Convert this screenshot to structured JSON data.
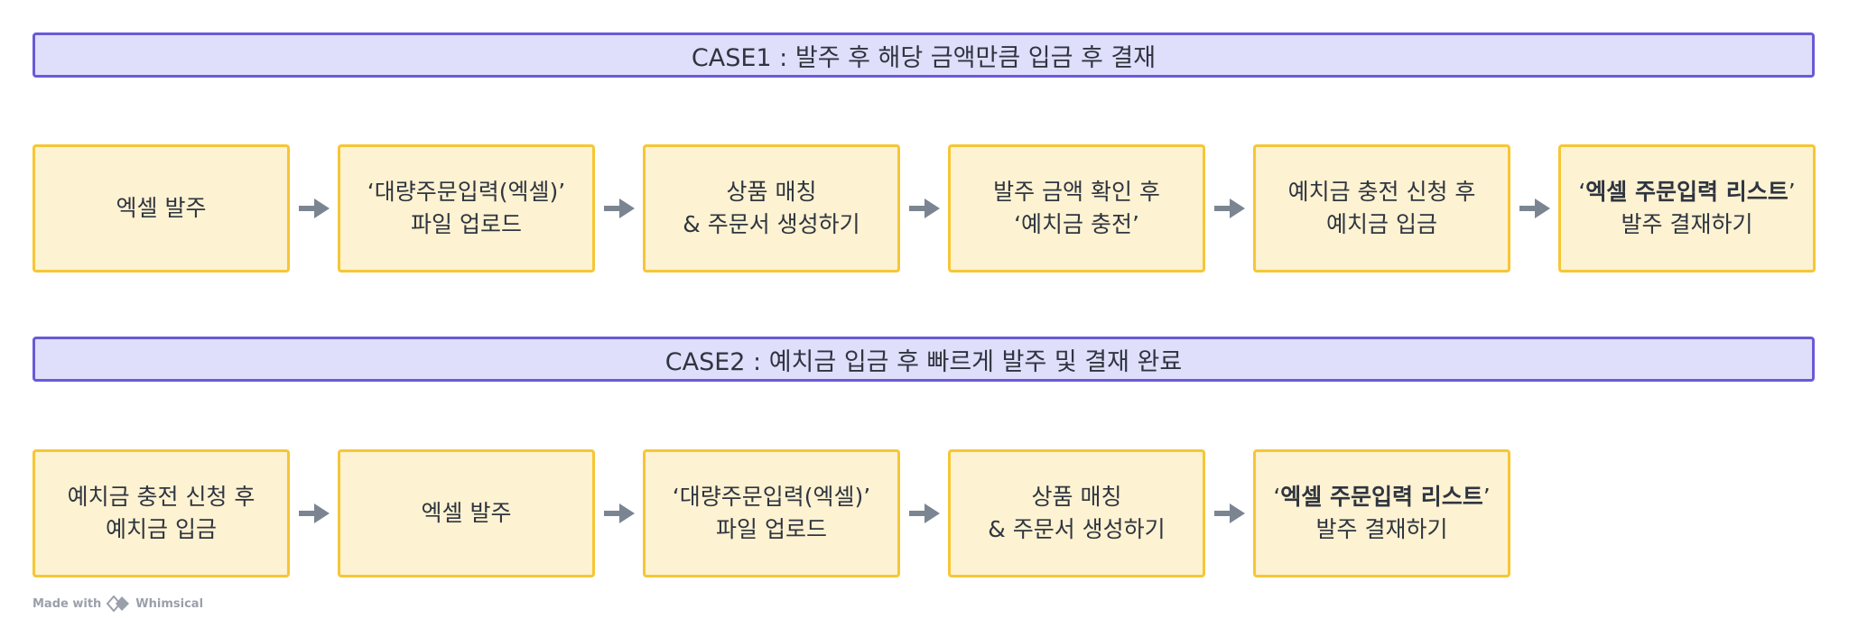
{
  "case1": {
    "header": "CASE1 : 발주 후 해당 금액만큼 입금 후 결재",
    "steps": [
      {
        "line1": "엑셀 발주"
      },
      {
        "line1": "‘대량주문입력(엑셀)’",
        "line2": "파일 업로드"
      },
      {
        "line1": "상품 매칭",
        "line2": "& 주문서 생성하기"
      },
      {
        "line1": "발주 금액 확인 후",
        "line2": "‘예치금 충전’"
      },
      {
        "line1": "예치금 충전 신청 후",
        "line2": "예치금 입금"
      },
      {
        "line1_open": "‘",
        "line1_bold": "엑셀 주문입력 리스트",
        "line1_close": "’",
        "line2": "발주 결재하기"
      }
    ]
  },
  "case2": {
    "header": "CASE2 : 예치금 입금 후 빠르게 발주 및 결재 완료",
    "steps": [
      {
        "line1": "예치금 충전 신청 후",
        "line2": "예치금 입금"
      },
      {
        "line1": "엑셀 발주"
      },
      {
        "line1": "‘대량주문입력(엑셀)’",
        "line2": "파일 업로드"
      },
      {
        "line1": "상품 매칭",
        "line2": "& 주문서 생성하기"
      },
      {
        "line1_open": "‘",
        "line1_bold": "엑셀 주문입력 리스트",
        "line1_close": "’",
        "line2": "발주 결재하기"
      }
    ]
  },
  "footer": {
    "made_with": "Made with",
    "brand": "Whimsical",
    "logo_icon": "whimsical-logo-icon"
  },
  "colors": {
    "header_fill": "#dfdffc",
    "header_border": "#6a5ad8",
    "step_fill": "#fdf2d1",
    "step_border": "#f6c635",
    "arrow": "#7b8592",
    "text": "#2f3540"
  }
}
